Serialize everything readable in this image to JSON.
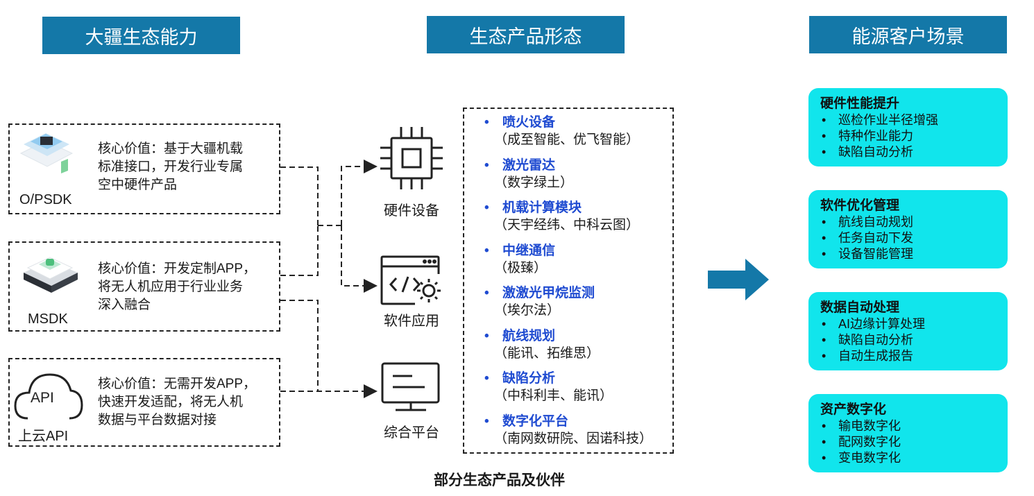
{
  "headers": {
    "left": "大疆生态能力",
    "middle": "生态产品形态",
    "right": "能源客户场景"
  },
  "sources": [
    {
      "label": "O/PSDK",
      "core": [
        "核心价值：基于大疆机载",
        "标准接口，开发行业专属",
        "空中硬件产品"
      ]
    },
    {
      "label": "MSDK",
      "core": [
        "核心价值：开发定制APP，",
        "将无人机应用于行业业务",
        "深入融合"
      ]
    },
    {
      "label": "上云API",
      "icon_text": "API",
      "core": [
        "核心价值：无需开发APP，",
        "快速开发适配，将无人机",
        "数据与平台数据对接"
      ]
    }
  ],
  "product_types": [
    {
      "label": "硬件设备",
      "icon": "chip-icon"
    },
    {
      "label": "软件应用",
      "icon": "code-window-gear-icon"
    },
    {
      "label": "综合平台",
      "icon": "monitor-icon"
    }
  ],
  "products": [
    {
      "name": "喷火设备",
      "partners": "（成至智能、优飞智能）"
    },
    {
      "name": "激光雷达",
      "partners": "（数字绿土）"
    },
    {
      "name": "机载计算模块",
      "partners": "（天宇经纬、中科云图）"
    },
    {
      "name": "中继通信",
      "partners": "（极臻）"
    },
    {
      "name": "激激光甲烷监测",
      "partners": "（埃尔法）"
    },
    {
      "name": "航线规划",
      "partners": "（能讯、拓维思）"
    },
    {
      "name": "缺陷分析",
      "partners": "（中科利丰、能讯）"
    },
    {
      "name": "数字化平台",
      "partners": "（南网数研院、因诺科技）"
    }
  ],
  "bullet": "•",
  "caption": "部分生态产品及伙伴",
  "scenarios": [
    {
      "title": "硬件性能提升",
      "items": [
        "巡检作业半径增强",
        "特种作业能力",
        "缺陷自动分析"
      ]
    },
    {
      "title": "软件优化管理",
      "items": [
        "航线自动规划",
        "任务自动下发",
        "设备智能管理"
      ]
    },
    {
      "title": "数据自动处理",
      "items": [
        "AI边缘计算处理",
        "缺陷自动分析",
        "自动生成报告"
      ]
    },
    {
      "title": "资产数字化",
      "items": [
        "输电数字化",
        "配网数字化",
        "变电数字化"
      ]
    }
  ],
  "colors": {
    "header_bg": "#1478a8",
    "product_name": "#1f4bd1",
    "scenario_bg": "#11e5ec",
    "arrow": "#1478a8"
  }
}
